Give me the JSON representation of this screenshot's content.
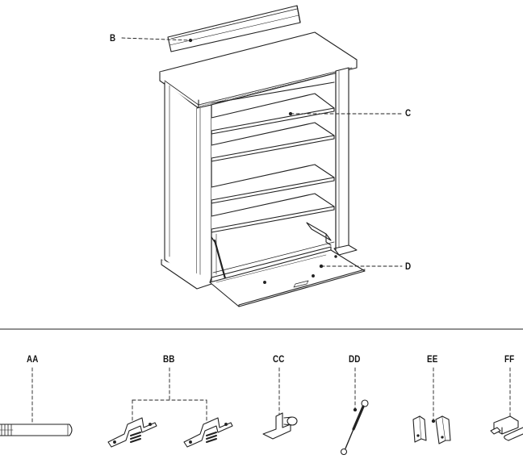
{
  "callouts": {
    "b": "B",
    "c": "C",
    "d": "D"
  },
  "hardware": {
    "aa": "AA",
    "bb": "BB",
    "cc": "CC",
    "dd": "DD",
    "ee": "EE",
    "ff": "FF"
  }
}
